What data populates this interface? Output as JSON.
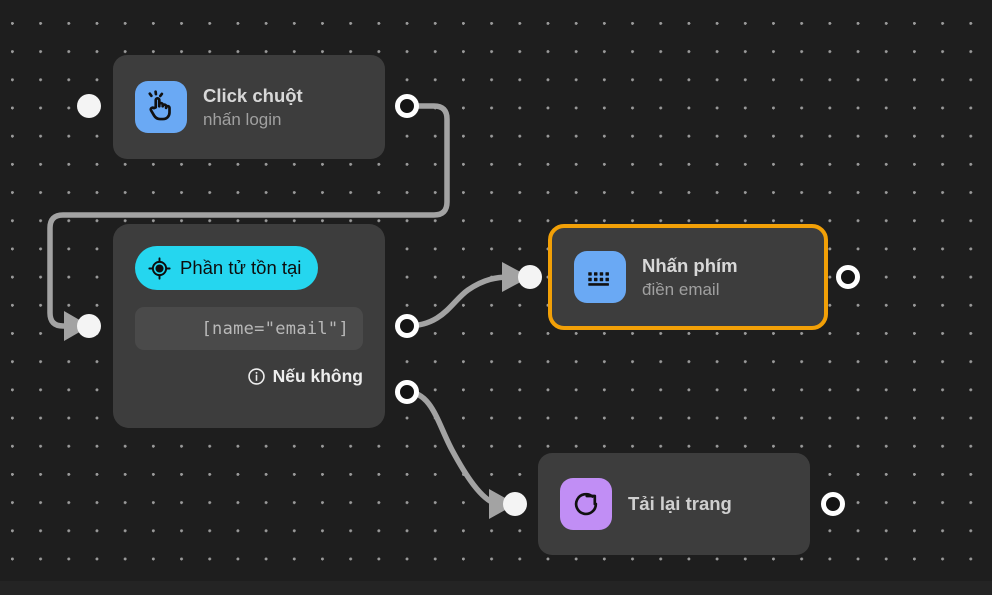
{
  "canvas": {
    "background_color": "#1e1e1e",
    "dot_color": "#9a9a9a",
    "edge_color": "#a3a3a3",
    "selection_color": "#f2a007"
  },
  "nodes": [
    {
      "id": "click",
      "kind": "action",
      "title": "Click chuột",
      "subtitle": "nhấn login",
      "icon": "pointing-hand-click-icon",
      "icon_color": "#6aa9f4",
      "selected": false
    },
    {
      "id": "condition",
      "kind": "condition",
      "badge_label": "Phần tử tồn tại",
      "badge_icon": "crosshair-target-icon",
      "badge_color": "#25d6ef",
      "selector_value": "[name=\"email\"]",
      "else_label": "Nếu không",
      "else_icon": "info-circle-icon",
      "selected": false
    },
    {
      "id": "keypress",
      "kind": "action",
      "title": "Nhấn phím",
      "subtitle": "điền email",
      "icon": "keyboard-icon",
      "icon_color": "#6aa9f4",
      "selected": true
    },
    {
      "id": "reload",
      "kind": "action",
      "title": "Tải lại trang",
      "subtitle": "",
      "icon": "reload-circular-arrow-icon",
      "icon_color": "#c18ef5",
      "selected": false
    }
  ],
  "ports": [
    {
      "id": "click-in",
      "type": "input",
      "node": "click"
    },
    {
      "id": "click-out",
      "type": "output",
      "node": "click"
    },
    {
      "id": "condition-in",
      "type": "input",
      "node": "condition"
    },
    {
      "id": "condition-true",
      "type": "output",
      "node": "condition"
    },
    {
      "id": "condition-else",
      "type": "output",
      "node": "condition"
    },
    {
      "id": "keypress-in",
      "type": "input",
      "node": "keypress"
    },
    {
      "id": "keypress-out",
      "type": "output",
      "node": "keypress"
    },
    {
      "id": "reload-in",
      "type": "input",
      "node": "reload"
    },
    {
      "id": "reload-out",
      "type": "output",
      "node": "reload"
    }
  ],
  "edges": [
    {
      "id": "e1",
      "from": "click-out",
      "to": "condition-in"
    },
    {
      "id": "e2",
      "from": "condition-true",
      "to": "keypress-in"
    },
    {
      "id": "e3",
      "from": "condition-else",
      "to": "reload-in"
    }
  ]
}
